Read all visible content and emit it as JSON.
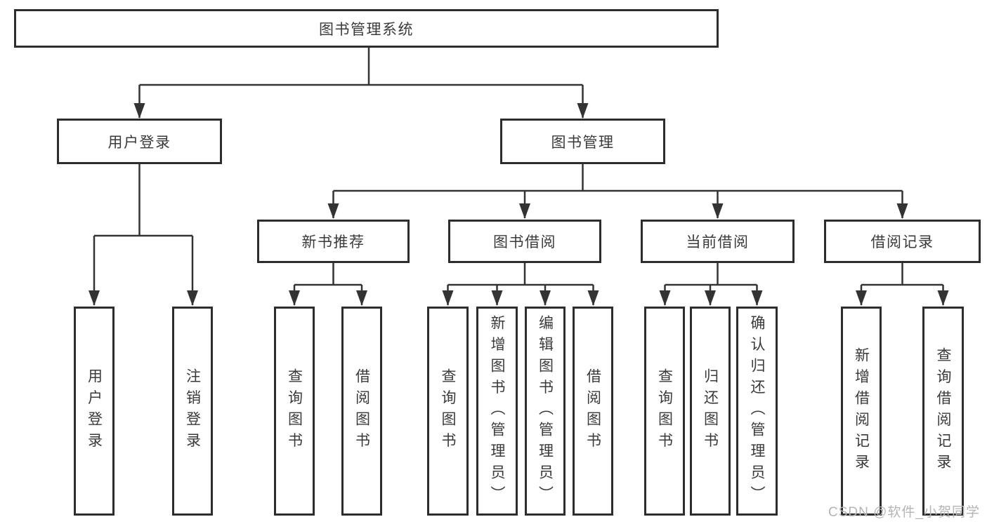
{
  "root": {
    "label": "图书管理系统"
  },
  "login": {
    "label": "用户登录",
    "children": [
      {
        "label": "用户登录"
      },
      {
        "label": "注销登录"
      }
    ]
  },
  "management": {
    "label": "图书管理",
    "sections": [
      {
        "label": "新书推荐",
        "children": [
          {
            "label": "查询图书"
          },
          {
            "label": "借阅图书"
          }
        ]
      },
      {
        "label": "图书借阅",
        "children": [
          {
            "label": "查询图书"
          },
          {
            "label": "新增图书（管理员）"
          },
          {
            "label": "编辑图书（管理员）"
          },
          {
            "label": "借阅图书"
          }
        ]
      },
      {
        "label": "当前借阅",
        "children": [
          {
            "label": "查询图书"
          },
          {
            "label": "归还图书"
          },
          {
            "label": "确认归还（管理员）"
          }
        ]
      },
      {
        "label": "借阅记录",
        "children": [
          {
            "label": "新增借阅记录"
          },
          {
            "label": "查询借阅记录"
          }
        ]
      }
    ]
  },
  "watermark": {
    "text": "CSDN @软件_小贺同学"
  },
  "colors": {
    "line": "#333333",
    "box_border": "#2d2d2d",
    "text": "#3a3a3a",
    "watermark": "#b5b5b5",
    "background": "#ffffff"
  }
}
